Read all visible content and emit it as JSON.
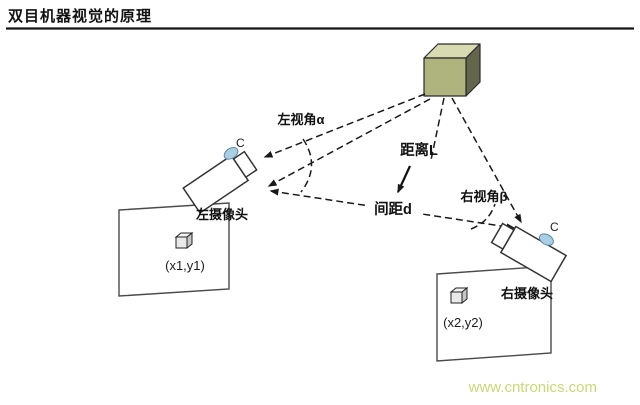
{
  "title": "双目机器视觉的原理",
  "watermark": "www.cntronics.com",
  "diagram": {
    "left_view_angle": "左视角α",
    "right_view_angle": "右视角β",
    "distance_label": "距离L",
    "baseline_label": "间距d",
    "left_camera_label": "左摄像头",
    "right_camera_label": "右摄像头",
    "left_image_point": "(x1,y1)",
    "right_image_point": "(x2,y2)",
    "left_camera_center": "C",
    "right_camera_center": "C"
  },
  "colors": {
    "cube_top": "#d8dbb2",
    "cube_front": "#afb37e",
    "cube_side": "#64664b",
    "camera_dot": "#aacfe4",
    "watermark": "#c8da74",
    "line": "#1a1a1a"
  }
}
